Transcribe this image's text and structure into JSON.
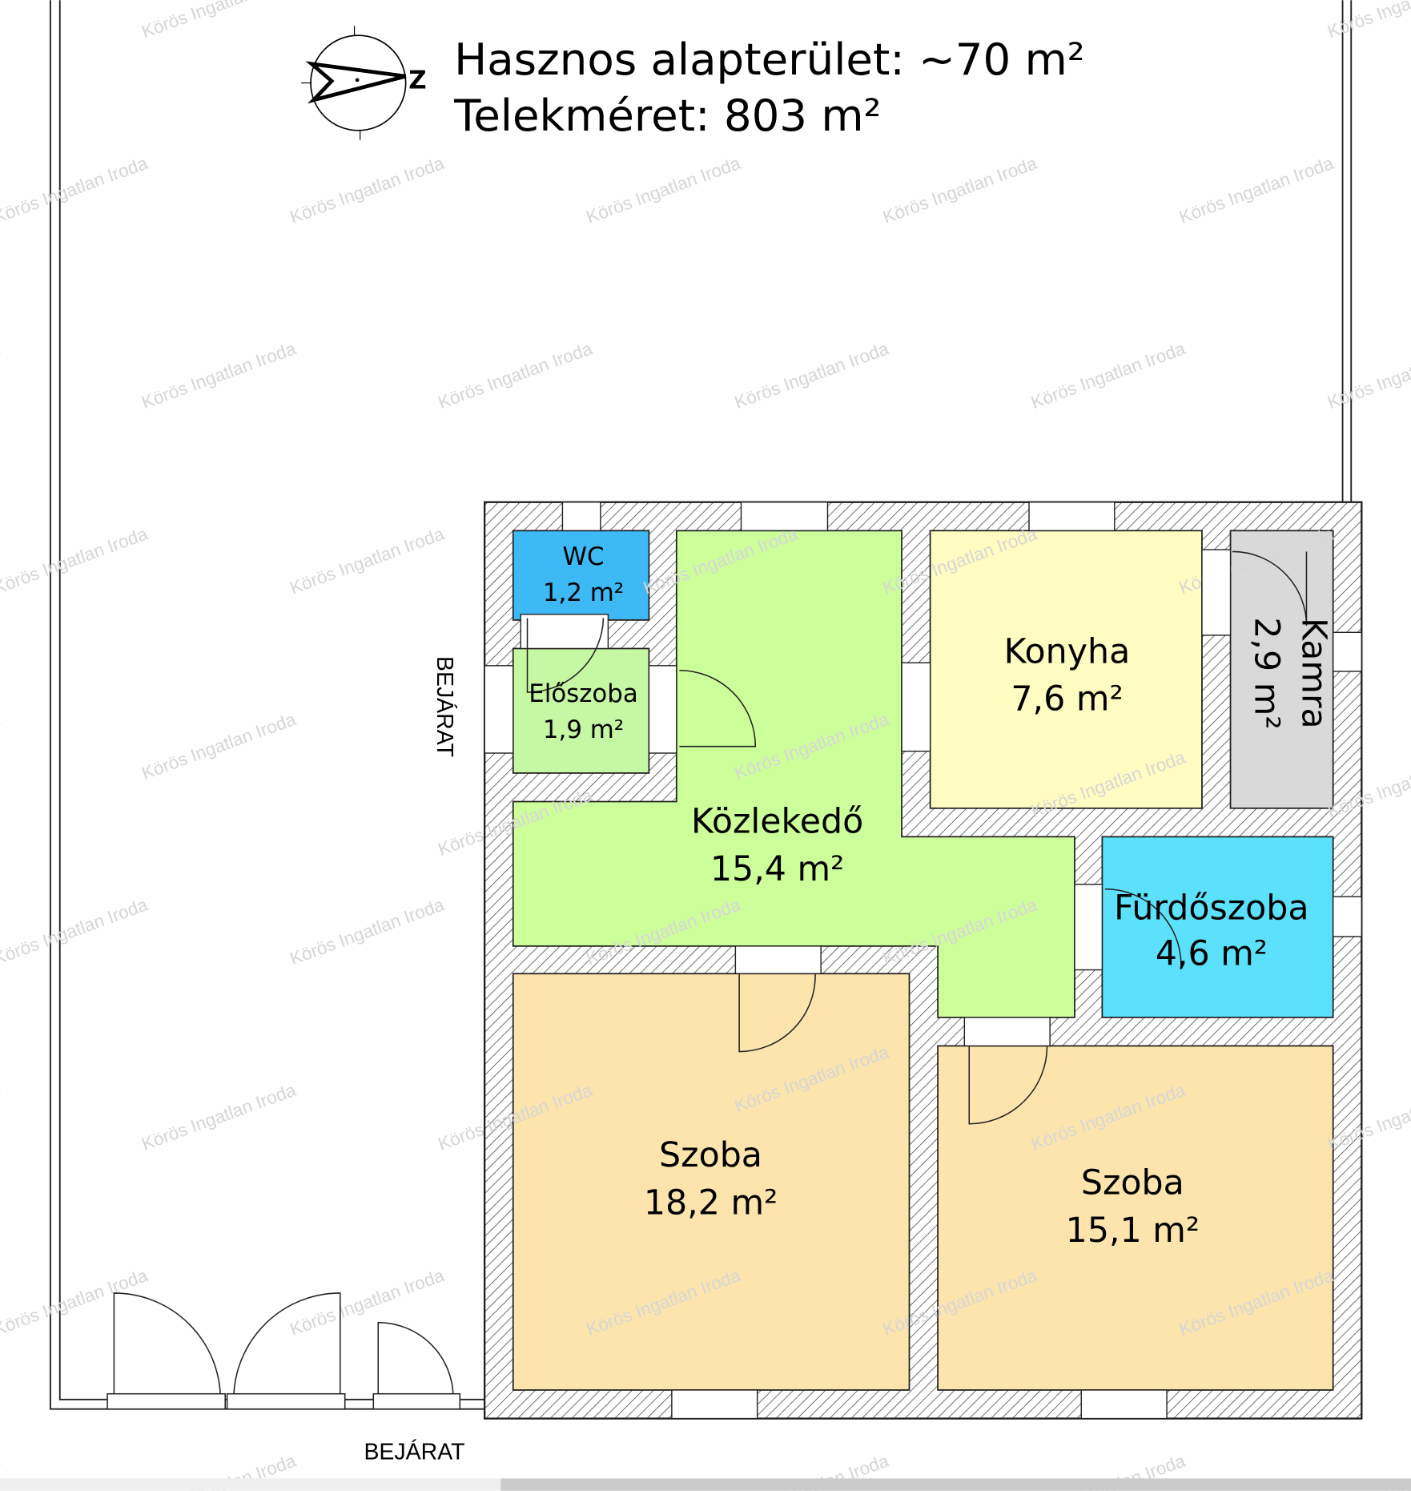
{
  "header": {
    "usable_area": "Hasznos alapterület: ~70 m²",
    "plot_size": "Telekméret: 803 m²",
    "compass_letter": "Z"
  },
  "watermark": "Körös Ingatlan Iroda",
  "entrances": {
    "side": "BEJÁRAT",
    "bottom": "BEJÁRAT"
  },
  "rooms": {
    "wc": {
      "name": "WC",
      "area": "1,2 m²",
      "color": "#3db9f5"
    },
    "eloszoba": {
      "name": "Előszoba",
      "area": "1,9 m²",
      "color": "#c6f7a3"
    },
    "kozlekedo": {
      "name": "Közlekedő",
      "area": "15,4 m²",
      "color": "#ccff99"
    },
    "konyha": {
      "name": "Konyha",
      "area": "7,6 m²",
      "color": "#fffcc2"
    },
    "kamra": {
      "name": "Kamra",
      "area": "2,9 m²",
      "color": "#d9d9d9"
    },
    "furdoszoba": {
      "name": "Fürdőszoba",
      "area": "4,6 m²",
      "color": "#5ce1fc"
    },
    "szoba1": {
      "name": "Szoba",
      "area": "18,2 m²",
      "color": "#fce4ac"
    },
    "szoba2": {
      "name": "Szoba",
      "area": "15,1 m²",
      "color": "#fce4ac"
    }
  }
}
